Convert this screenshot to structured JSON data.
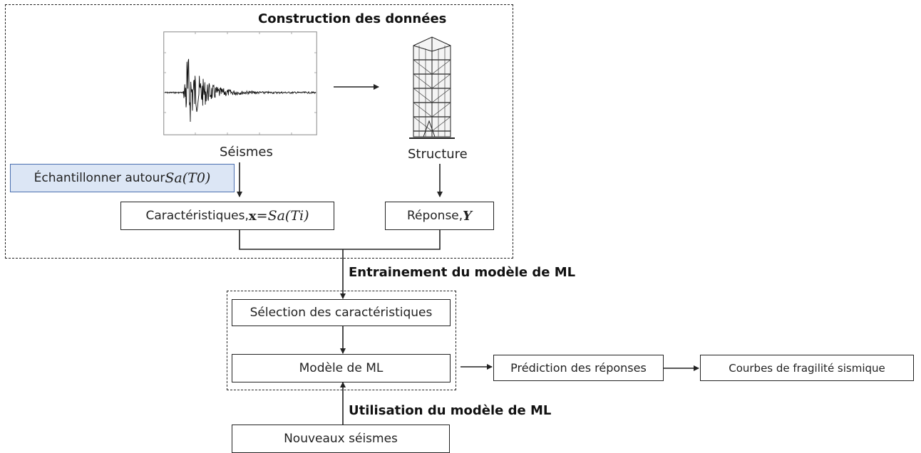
{
  "sections": {
    "data_construction_title": "Construction des données",
    "training_label": "Entrainement du modèle de ML",
    "usage_label": "Utilisation du modèle de ML"
  },
  "labels": {
    "seismes": "Séismes",
    "structure": "Structure"
  },
  "boxes": {
    "sample_text": "Échantillonner autour ",
    "sample_math": "S",
    "sample_math_sub": "a",
    "sample_math_arg": "(T",
    "sample_math_sup": "0",
    "sample_math_close": ")",
    "features_text": "Caractéristiques, ",
    "features_vec": "x",
    "features_eq": " = ",
    "features_S": "S",
    "features_sub": "a",
    "features_arg": "(T",
    "features_argsub": "i",
    "features_close": ")",
    "response_text": "Réponse, ",
    "response_Y": "Y",
    "feature_selection": "Sélection des caractéristiques",
    "ml_model": "Modèle de ML",
    "prediction": "Prédiction des réponses",
    "fragility": "Courbes de fragilité sismique",
    "new_quakes": "Nouveaux séismes"
  },
  "icons": {
    "seismogram": "seismogram-plot-icon",
    "building": "building-structure-icon"
  },
  "colors": {
    "line": "#222222",
    "highlight_fill": "#dce6f5",
    "highlight_border": "#4a6fb0"
  }
}
